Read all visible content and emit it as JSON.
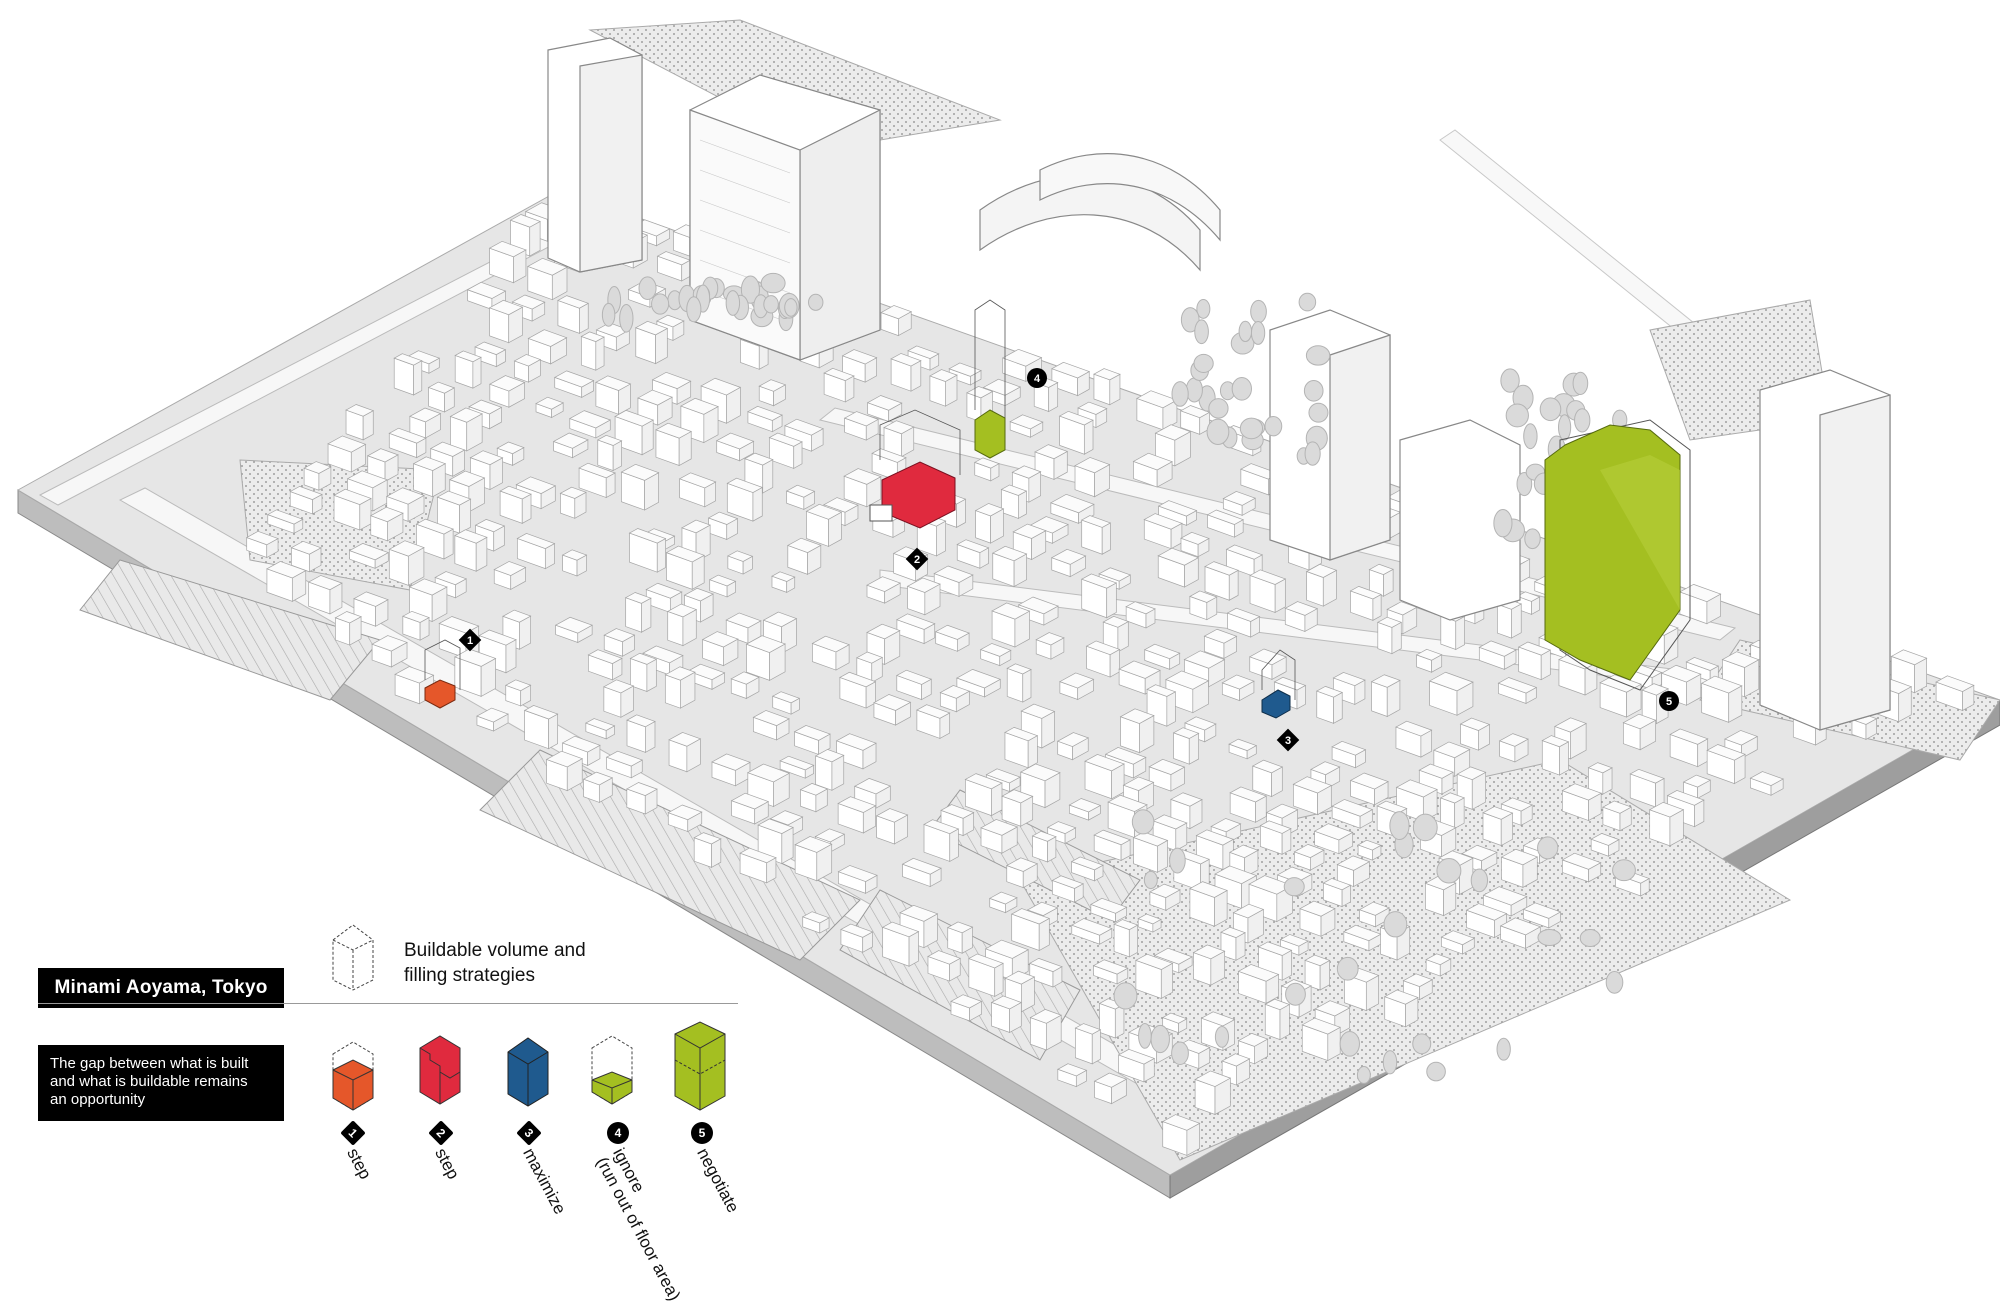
{
  "title": "Minami Aoyama, Tokyo",
  "description": [
    "The gap between what is built",
    "and what is buildable remains",
    "an opportunity"
  ],
  "legend_heading": [
    "Buildable volume and",
    "filling strategies"
  ],
  "colors": {
    "step_orange": "#e5572a",
    "step_red": "#e02a3e",
    "maximize_blue": "#1f5a8e",
    "ignore_green": "#a4bf21",
    "negotiate_green": "#a4bf21",
    "ground": "#e4e4e4",
    "building": "#ffffff",
    "outline": "#9a9a9a"
  },
  "strategies": [
    {
      "number": "1",
      "label": "step",
      "color": "#e5572a"
    },
    {
      "number": "2",
      "label": "step",
      "color": "#e02a3e"
    },
    {
      "number": "3",
      "label": "maximize",
      "color": "#1f5a8e"
    },
    {
      "number": "4",
      "label": "ignore",
      "sublabel": "(run out of floor area)",
      "color": "#a4bf21"
    },
    {
      "number": "5",
      "label": "negotiate",
      "color": "#a4bf21"
    }
  ],
  "map_markers": [
    "1",
    "2",
    "3",
    "4",
    "5"
  ]
}
